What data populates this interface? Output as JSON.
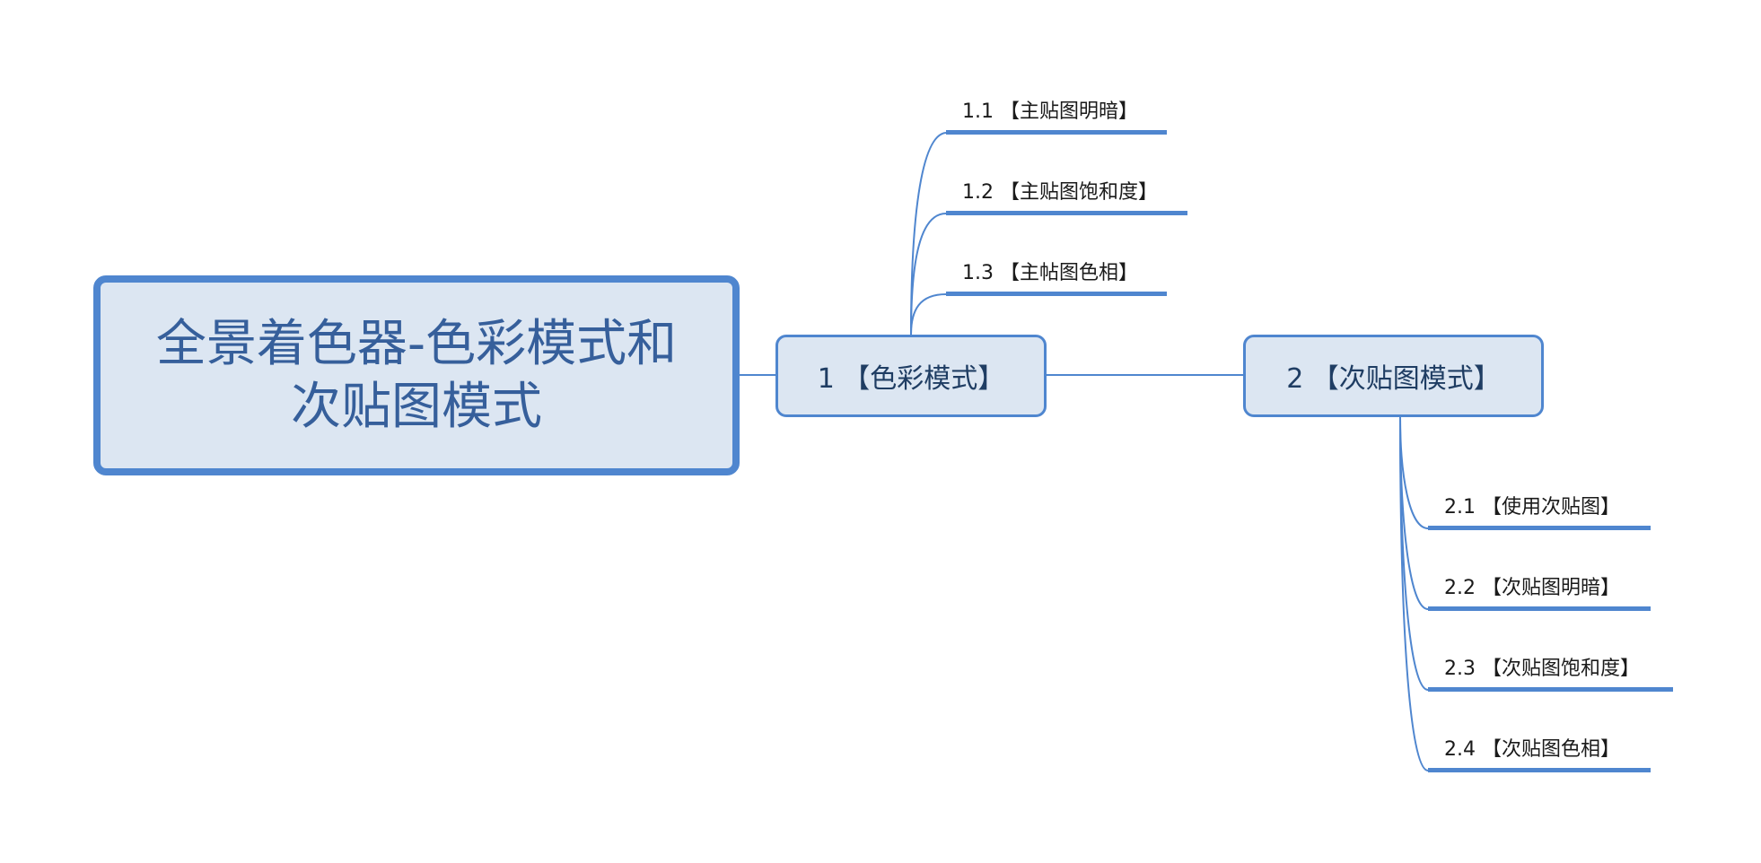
{
  "root": {
    "title": "全景着色器-色彩模式和次贴图模式"
  },
  "topics": [
    {
      "label": "1 【色彩模式】",
      "subtopics": [
        "1.1 【主贴图明暗】",
        "1.2 【主贴图饱和度】",
        "1.3 【主帖图色相】"
      ]
    },
    {
      "label": "2 【次贴图模式】",
      "subtopics": [
        "2.1 【使用次贴图】",
        "2.2 【次贴图明暗】",
        "2.3 【次贴图饱和度】",
        "2.4 【次贴图色相】"
      ]
    }
  ],
  "colors": {
    "accent": "#4f86cf",
    "fill": "#dce6f2",
    "root_text": "#365f9b",
    "topic_text": "#1f3d63"
  }
}
